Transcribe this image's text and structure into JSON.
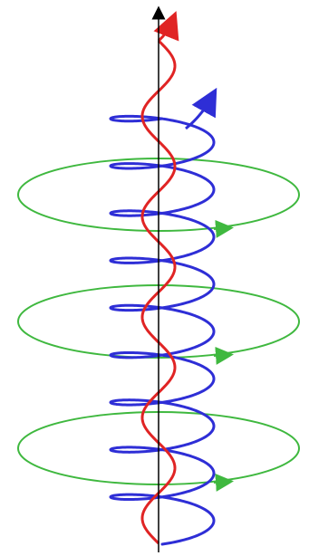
{
  "diagram": {
    "colors": {
      "background": "#ffffff",
      "axis": "#000000",
      "green_loops": "#3fb83f",
      "blue_helix": "#2e2ed6",
      "red_wave": "#e02424"
    },
    "elements": {
      "vertical_axis": {
        "direction": "up",
        "arrowhead": true
      },
      "green_elliptical_loops": {
        "count": 3,
        "arrowheads": true
      },
      "blue_helix": {
        "turns": 9,
        "arrowhead": true
      },
      "red_wave": {
        "arrowhead": true
      }
    }
  }
}
